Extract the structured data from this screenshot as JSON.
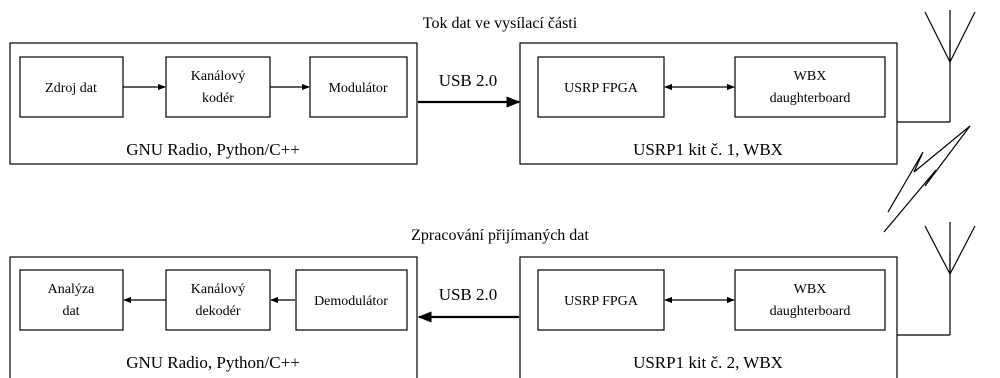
{
  "top": {
    "title": "Tok dat ve vysílací části",
    "gnu": {
      "blocks": {
        "source": "Zdroj dat",
        "coder_line1": "Kanálový",
        "coder_line2": "kodér",
        "modulator": "Modulátor"
      },
      "label": "GNU Radio, Python/C++"
    },
    "usb_label": "USB 2.0",
    "usrp": {
      "fpga": "USRP FPGA",
      "wbx_line1": "WBX",
      "wbx_line2": "daughterboard",
      "label": "USRP1 kit č. 1, WBX"
    }
  },
  "bottom": {
    "title": "Zpracování přijímaných dat",
    "gnu": {
      "blocks": {
        "analysis_line1": "Analýza",
        "analysis_line2": "dat",
        "decoder_line1": "Kanálový",
        "decoder_line2": "dekodér",
        "demodulator": "Demodulátor"
      },
      "label": "GNU Radio, Python/C++"
    },
    "usb_label": "USB 2.0",
    "usrp": {
      "fpga": "USRP FPGA",
      "wbx_line1": "WBX",
      "wbx_line2": "daughterboard",
      "label": "USRP1 kit č. 2, WBX"
    }
  }
}
